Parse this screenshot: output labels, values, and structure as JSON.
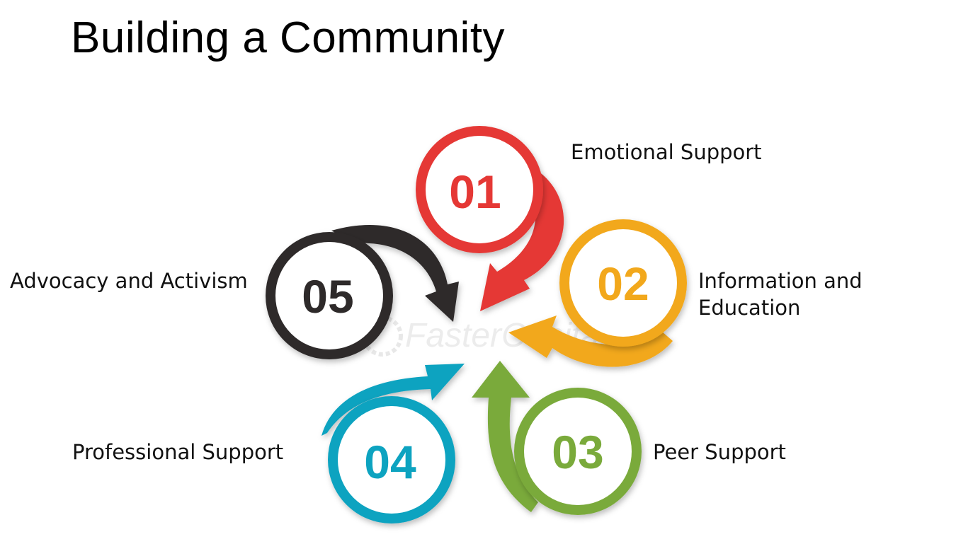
{
  "title": "Building a Community",
  "watermark": "FasterCapital",
  "steps": [
    {
      "number": "01",
      "label": "Emotional Support",
      "color": "#e53935"
    },
    {
      "number": "02",
      "label": "Information and Education",
      "label_lines": [
        "Information and",
        "Education"
      ],
      "color": "#f2a81b"
    },
    {
      "number": "03",
      "label": "Peer Support",
      "color": "#7aaa3a"
    },
    {
      "number": "04",
      "label": "Professional Support",
      "color": "#0aa3c0"
    },
    {
      "number": "05",
      "label": "Advocacy and Activism",
      "color": "#2d2a2a"
    }
  ]
}
